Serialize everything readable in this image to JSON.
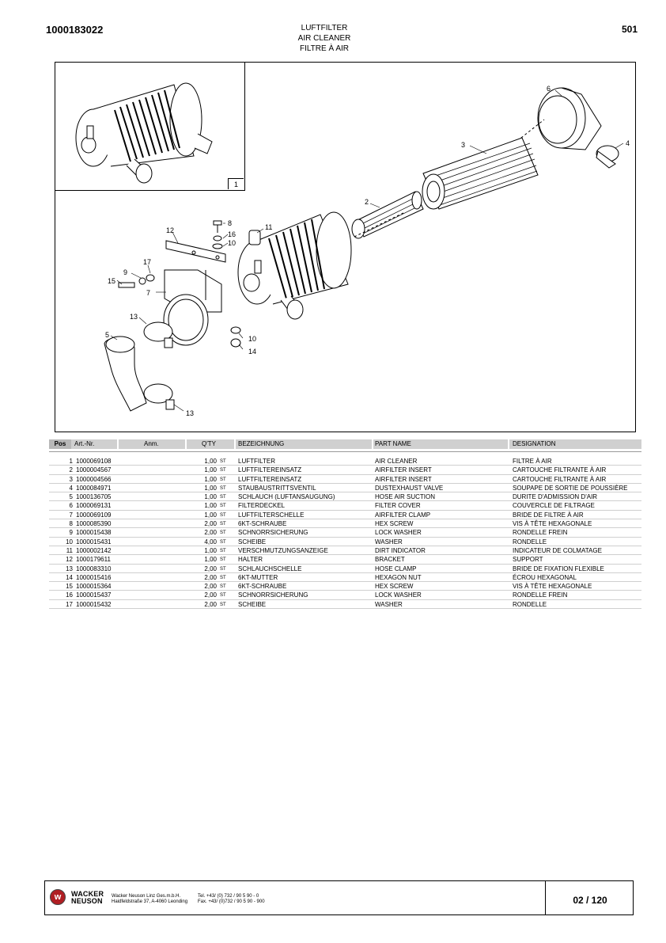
{
  "header": {
    "doc_id": "1000183022",
    "page_ref": "501",
    "title_de": "LUFTFILTER",
    "title_en": "AIR CLEANER",
    "title_fr": "FILTRE À AIR"
  },
  "diagram": {
    "inset_label": "1",
    "callouts": [
      "6",
      "4",
      "3",
      "2",
      "8",
      "11",
      "16",
      "10",
      "12",
      "17",
      "9",
      "15",
      "7",
      "13",
      "5",
      "10",
      "14",
      "13"
    ]
  },
  "table": {
    "headers": {
      "pos": "Pos",
      "art": "Art.-Nr.",
      "anm": "Anm.",
      "qty": "Q'TY",
      "de": "BEZEICHNUNG",
      "en": "PART NAME",
      "fr": "DESIGNATION"
    },
    "rows": [
      {
        "pos": "1",
        "art": "1000069108",
        "qty": "1,00",
        "unit": "ST",
        "de": "LUFTFILTER",
        "en": "AIR CLEANER",
        "fr": "FILTRE À AIR"
      },
      {
        "pos": "2",
        "art": "1000004567",
        "qty": "1,00",
        "unit": "ST",
        "de": "LUFTFILTEREINSATZ",
        "en": "AIRFILTER INSERT",
        "fr": "CARTOUCHE FILTRANTE À AIR"
      },
      {
        "pos": "3",
        "art": "1000004566",
        "qty": "1,00",
        "unit": "ST",
        "de": "LUFTFILTEREINSATZ",
        "en": "AIRFILTER INSERT",
        "fr": "CARTOUCHE FILTRANTE À AIR"
      },
      {
        "pos": "4",
        "art": "1000084971",
        "qty": "1,00",
        "unit": "ST",
        "de": "STAUBAUSTRITTSVENTIL",
        "en": "DUSTEXHAUST VALVE",
        "fr": "SOUPAPE DE SORTIE DE POUSSIÈRE"
      },
      {
        "pos": "5",
        "art": "1000136705",
        "qty": "1,00",
        "unit": "ST",
        "de": "SCHLAUCH (LUFTANSAUGUNG)",
        "en": "HOSE AIR SUCTION",
        "fr": "DURITE D'ADMISSION D'AIR"
      },
      {
        "pos": "6",
        "art": "1000069131",
        "qty": "1,00",
        "unit": "ST",
        "de": "FILTERDECKEL",
        "en": "FILTER COVER",
        "fr": "COUVERCLE DE FILTRAGE"
      },
      {
        "pos": "7",
        "art": "1000069109",
        "qty": "1,00",
        "unit": "ST",
        "de": "LUFTFILTERSCHELLE",
        "en": "AIRFILTER CLAMP",
        "fr": "BRIDE DE FILTRE À AIR"
      },
      {
        "pos": "8",
        "art": "1000085390",
        "qty": "2,00",
        "unit": "ST",
        "de": "6KT-SCHRAUBE",
        "en": "HEX SCREW",
        "fr": "VIS À TÊTE HEXAGONALE"
      },
      {
        "pos": "9",
        "art": "1000015438",
        "qty": "2,00",
        "unit": "ST",
        "de": "SCHNORRSICHERUNG",
        "en": "LOCK WASHER",
        "fr": "RONDELLE FREIN"
      },
      {
        "pos": "10",
        "art": "1000015431",
        "qty": "4,00",
        "unit": "ST",
        "de": "SCHEIBE",
        "en": "WASHER",
        "fr": "RONDELLE"
      },
      {
        "pos": "11",
        "art": "1000002142",
        "qty": "1,00",
        "unit": "ST",
        "de": "VERSCHMUTZUNGSANZEIGE",
        "en": "DIRT INDICATOR",
        "fr": "INDICATEUR DE COLMATAGE"
      },
      {
        "pos": "12",
        "art": "1000179611",
        "qty": "1,00",
        "unit": "ST",
        "de": "HALTER",
        "en": "BRACKET",
        "fr": "SUPPORT"
      },
      {
        "pos": "13",
        "art": "1000083310",
        "qty": "2,00",
        "unit": "ST",
        "de": "SCHLAUCHSCHELLE",
        "en": "HOSE CLAMP",
        "fr": "BRIDE DE FIXATION FLEXIBLE"
      },
      {
        "pos": "14",
        "art": "1000015416",
        "qty": "2,00",
        "unit": "ST",
        "de": "6KT-MUTTER",
        "en": "HEXAGON NUT",
        "fr": "ÉCROU HEXAGONAL"
      },
      {
        "pos": "15",
        "art": "1000015364",
        "qty": "2,00",
        "unit": "ST",
        "de": "6KT-SCHRAUBE",
        "en": "HEX SCREW",
        "fr": "VIS À TÊTE HEXAGONALE"
      },
      {
        "pos": "16",
        "art": "1000015437",
        "qty": "2,00",
        "unit": "ST",
        "de": "SCHNORRSICHERUNG",
        "en": "LOCK WASHER",
        "fr": "RONDELLE FREIN"
      },
      {
        "pos": "17",
        "art": "1000015432",
        "qty": "2,00",
        "unit": "ST",
        "de": "SCHEIBE",
        "en": "WASHER",
        "fr": "RONDELLE"
      }
    ]
  },
  "footer": {
    "brand_line1": "WACKER",
    "brand_line2": "NEUSON",
    "company": "Wacker Neuson Linz  Ges.m.b.H.",
    "address": "Haidfeldstraße 37, A-4060 Leonding",
    "tel": "Tel. +43/ (0) 732 / 90 5 90 - 0",
    "fax": "Fax. +43/ (0)732 / 90 5 90 - 900",
    "page_count": "02 / 120"
  },
  "colors": {
    "header_bg": "#d0d0d0",
    "pos_header_bg": "#b8b8b8",
    "logo_red": "#b01e23"
  }
}
